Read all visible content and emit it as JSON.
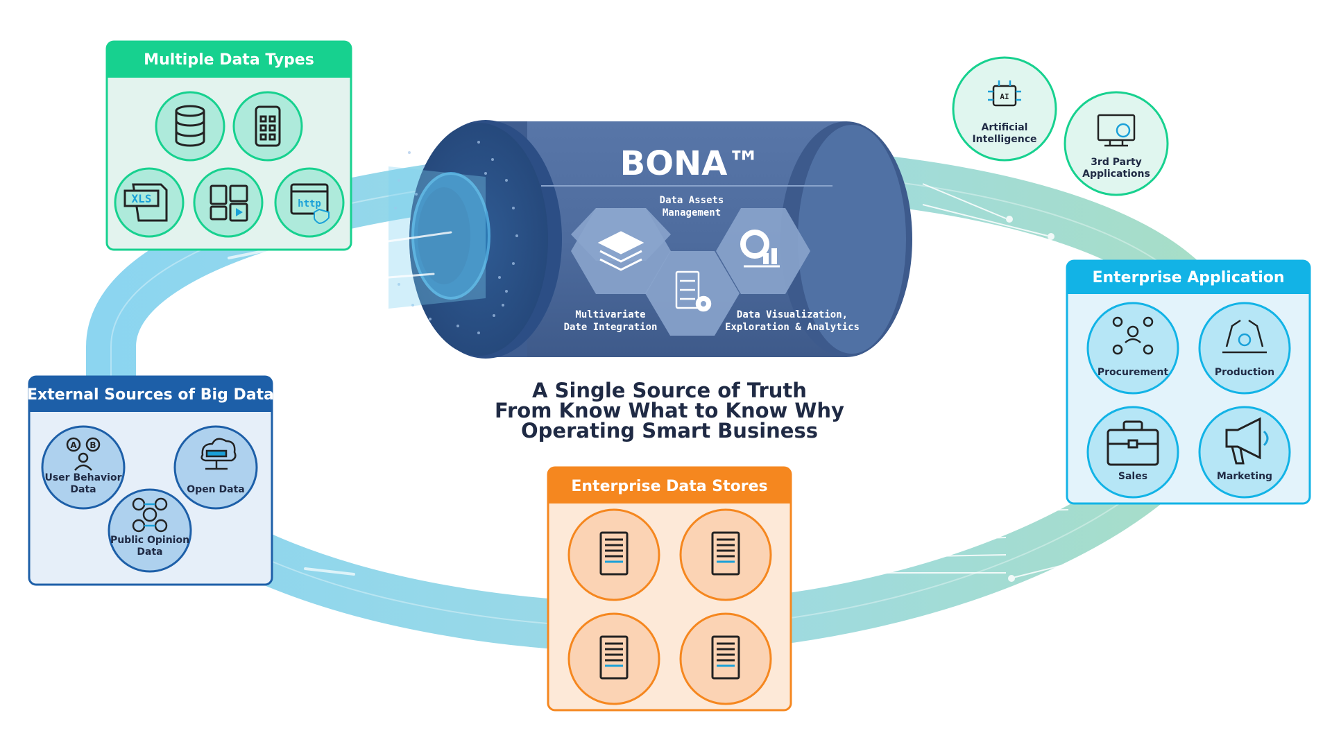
{
  "colors": {
    "teal_panel": "#17d18f",
    "navy_panel": "#1d5fa8",
    "cyan_panel": "#12b3e6",
    "orange_panel": "#f5871f",
    "cylinder": "#4e6c9e",
    "ring_blue": "#8fd3ee",
    "ring_green": "#a8dcc4"
  },
  "core": {
    "title": "BONA™",
    "hexagons": [
      {
        "label_1": "Data Assets",
        "label_2": "Management",
        "icon": "stacked-layers-icon"
      },
      {
        "label_1": "Multivariate",
        "label_2": "Date Integration",
        "icon": "server-gear-icon"
      },
      {
        "label_1": "Data Visualization,",
        "label_2": "Exploration & Analytics",
        "icon": "pie-bar-chart-icon"
      }
    ]
  },
  "headline": {
    "line1": "A Single Source of Truth",
    "line2": "From Know What to Know Why",
    "line3": "Operating Smart Business"
  },
  "multiple_data_types": {
    "title": "Multiple Data Types",
    "icons": [
      "database-icon",
      "mobile-app-icon",
      "xls-file-icon",
      "media-content-icon",
      "http-web-icon"
    ]
  },
  "external_sources": {
    "title": "External Sources of Big Data",
    "items": [
      {
        "label_1": "User Behavior",
        "label_2": "Data",
        "icon": "ab-test-user-icon"
      },
      {
        "label_1": "Open Data",
        "label_2": "",
        "icon": "cloud-server-icon"
      },
      {
        "label_1": "Public Opinion",
        "label_2": "Data",
        "icon": "people-network-icon"
      }
    ]
  },
  "enterprise_data_stores": {
    "title": "Enterprise Data Stores",
    "icons": [
      "server-rack-icon",
      "server-rack-icon",
      "server-rack-icon",
      "server-rack-icon"
    ]
  },
  "enterprise_application": {
    "title": "Enterprise Application",
    "items": [
      {
        "label": "Procurement",
        "icon": "procurement-icon"
      },
      {
        "label": "Production",
        "icon": "robot-arm-icon"
      },
      {
        "label": "Sales",
        "icon": "briefcase-icon"
      },
      {
        "label": "Marketing",
        "icon": "megaphone-icon"
      }
    ]
  },
  "extras": [
    {
      "label_1": "Artificial",
      "label_2": "Intelligence",
      "icon": "ai-chip-icon"
    },
    {
      "label_1": "3rd Party",
      "label_2": "Applications",
      "icon": "monitor-gear-icon"
    }
  ]
}
